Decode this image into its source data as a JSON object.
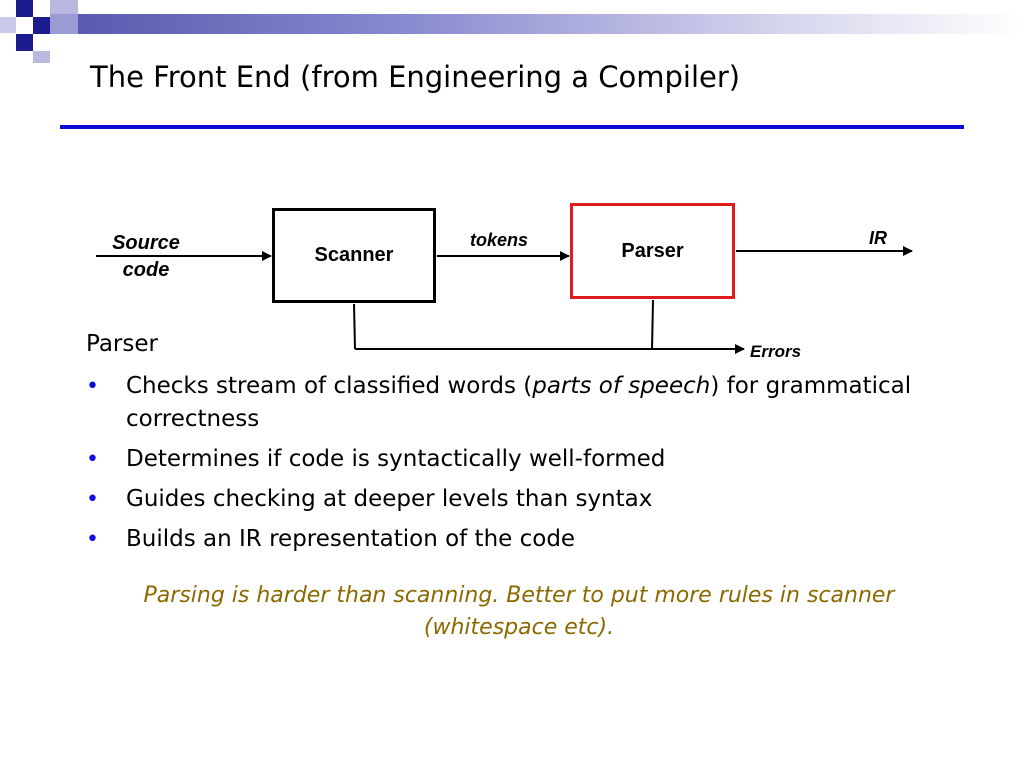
{
  "slide": {
    "title": "The Front End (from Engineering a Compiler)",
    "accent_color": "#0b0bd9",
    "note_color": "#8a6a00"
  },
  "diagram": {
    "source_label": "Source code",
    "source_line1": "Source",
    "source_line2": "code",
    "scanner_label": "Scanner",
    "tokens_label": "tokens",
    "parser_label": "Parser",
    "ir_label": "IR",
    "errors_label": "Errors",
    "parser_border_color": "#e01b1b"
  },
  "content": {
    "heading": "Parser",
    "bullets": [
      {
        "pre": "Checks stream of classified words (",
        "em": "parts of speech",
        "post": ") for grammatical correctness"
      },
      {
        "pre": "Determines if code is syntactically well-formed"
      },
      {
        "pre": "Guides checking at deeper levels than syntax"
      },
      {
        "pre": "Builds an IR representation of the code"
      }
    ],
    "note": "Parsing is harder than scanning.  Better to put more rules in scanner (whitespace etc)."
  }
}
